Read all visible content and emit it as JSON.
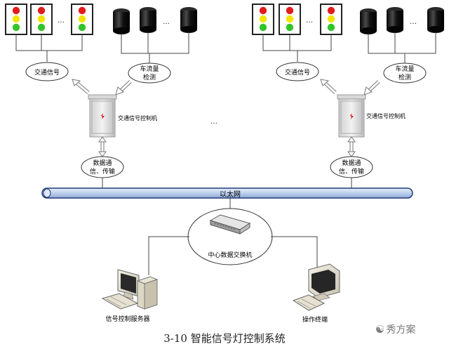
{
  "diagram": {
    "left_cluster": {
      "signal_label": "交通信号",
      "detector_label_line1": "车流量",
      "detector_label_line2": "检测",
      "controller_label": "交通信号控制机",
      "comm_label_line1": "数据通",
      "comm_label_line2": "信、传输",
      "dots_signals": "…",
      "dots_detectors": "…"
    },
    "right_cluster": {
      "signal_label": "交通信号",
      "detector_label_line1": "车流量",
      "detector_label_line2": "检测",
      "controller_label": "交通信号控制机",
      "comm_label_line1": "数据通",
      "comm_label_line2": "信、传输",
      "dots_signals": "…",
      "dots_detectors": "…"
    },
    "middle_dots": "…",
    "ethernet_label": "以太网",
    "switch_label": "中心数据交换机",
    "server_label": "信号控制服务器",
    "terminal_label": "操作终端"
  },
  "caption": "3-10 智能信号灯控制系统",
  "watermark": "秀方案",
  "colors": {
    "red_light": "#e31b1b",
    "yellow_light": "#f2e600",
    "green_light": "#33c42a",
    "bus": "#c9d9f0",
    "bus_border": "#1f3b78"
  }
}
